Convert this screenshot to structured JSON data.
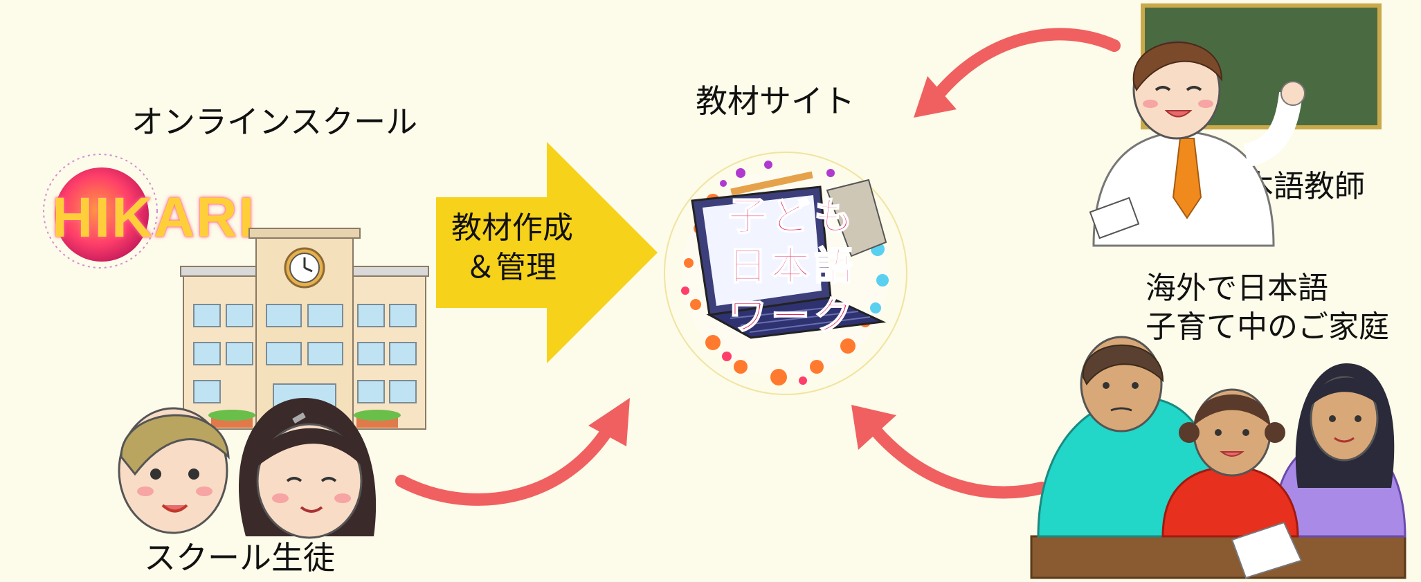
{
  "labels": {
    "online_school": "オンラインスクール",
    "material_site": "教材サイト",
    "japanese_teacher": "日本語教師",
    "families_line1": "海外で日本語",
    "families_line2": "子育て中のご家庭",
    "school_students": "スクール生徒",
    "arrow_line1": "教材作成",
    "arrow_line2": "＆管理"
  },
  "logo": {
    "text": "HIKARI"
  },
  "site_logo": {
    "line1": "子ども",
    "line2": "日本語",
    "line3": "ワーク"
  },
  "colors": {
    "background": "#fdfbe9",
    "curved_arrow": "#f06060",
    "big_arrow": "#f6d21a",
    "site_title": "#e0245e"
  },
  "icons": {
    "school_building": "school-building-icon",
    "clock": "clock-icon",
    "teacher": "teacher-icon",
    "blackboard": "blackboard-icon",
    "family": "family-icon",
    "students": "students-icon",
    "laptop": "laptop-icon"
  }
}
